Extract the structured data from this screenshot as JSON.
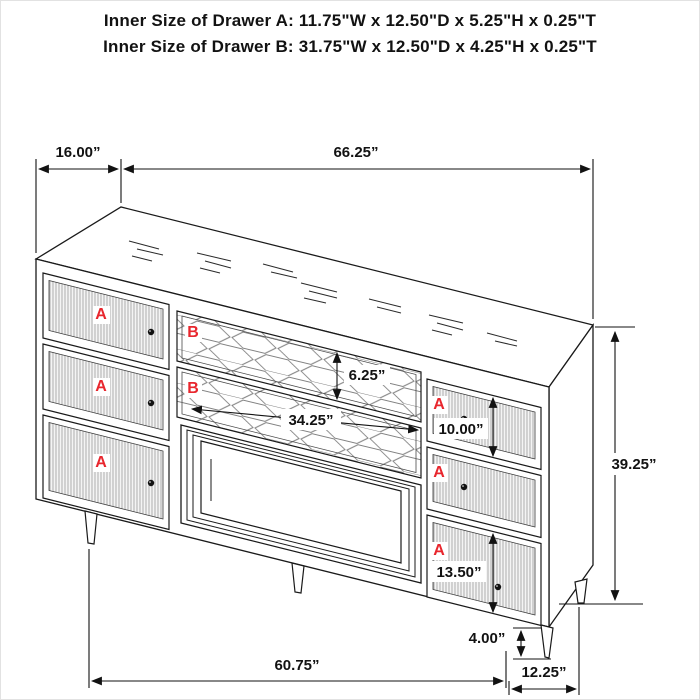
{
  "title": {
    "line1": "Inner Size of Drawer A: 11.75\"W x 12.50\"D x 5.25\"H x 0.25\"T",
    "line2": "Inner Size of Drawer B: 31.75\"W x 12.50\"D x 4.25\"H x 0.25\"T"
  },
  "labels": {
    "drawer_a": "A",
    "drawer_b": "B"
  },
  "dimensions": {
    "top_depth": "16.00”",
    "top_width": "66.25”",
    "drawer_b_face_height": "6.25”",
    "drawer_b_width": "34.25”",
    "drawer_a_face_height": "10.00”",
    "overall_height": "39.25”",
    "bottom_drawer_height": "13.50”",
    "leg_height": "4.00”",
    "base_width": "60.75”",
    "base_depth": "12.25”"
  },
  "colors": {
    "accent_red": "#e8262d",
    "line": "#1a1a1a"
  }
}
